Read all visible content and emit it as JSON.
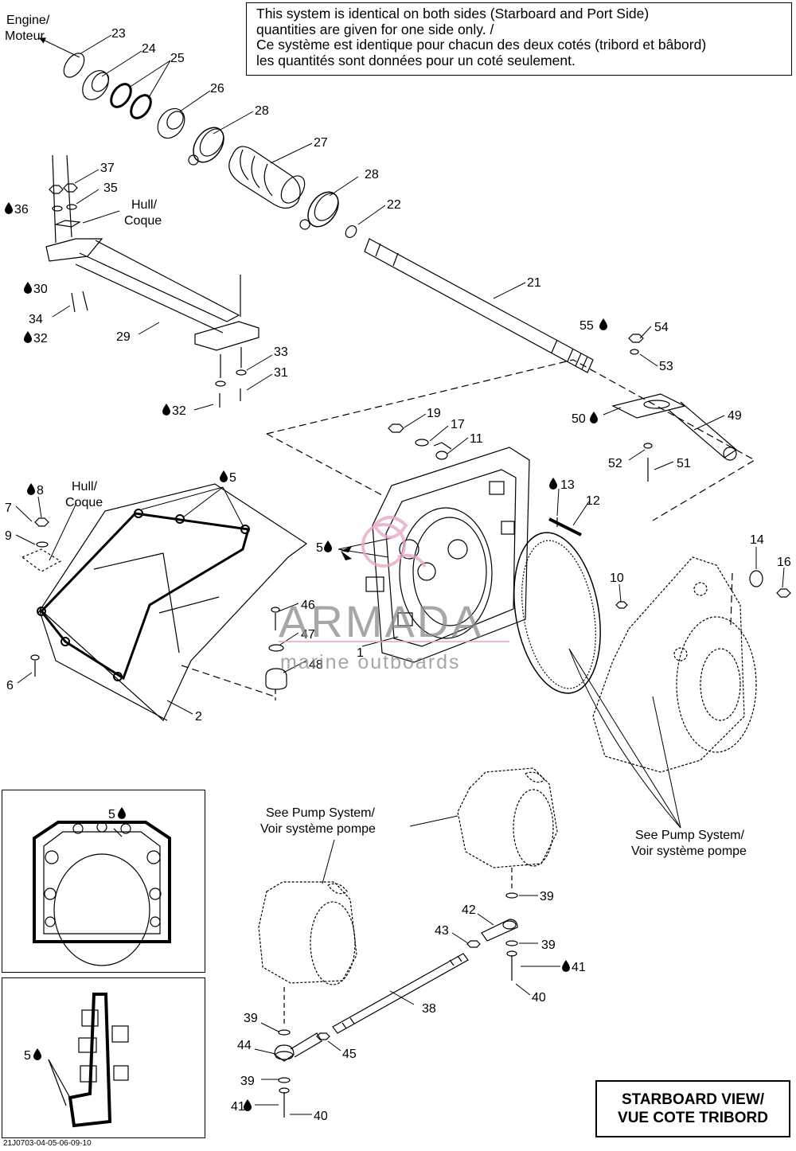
{
  "note": {
    "line1": "This system is identical on both sides (Starboard and Port Side)",
    "line2": "quantities are given for one side only. /",
    "line3": "Ce système est identique pour chacun des deux cotés (tribord et bâbord)",
    "line4": "les quantités sont données pour un coté seulement."
  },
  "view_label": {
    "line1": "STARBOARD VIEW/",
    "line2": "VUE COTE TRIBORD"
  },
  "drawing_code": "21J0703-04-05-06-09-10",
  "watermark": {
    "title": "ARMADA",
    "subtitle": "marine outboards"
  },
  "labels": {
    "engine_1": "Engine/",
    "engine_2": "Moteur",
    "hull_1": "Hull/",
    "hull_2": "Coque",
    "see_pump_1": "See Pump System/",
    "see_pump_2": "Voir système pompe"
  },
  "callouts": {
    "c23": "23",
    "c24": "24",
    "c25": "25",
    "c26": "26",
    "c28a": "28",
    "c27": "27",
    "c28b": "28",
    "c22": "22",
    "c21": "21",
    "c37": "37",
    "c35": "35",
    "c36": "36",
    "c30": "30",
    "c34": "34",
    "c32a": "32",
    "c29": "29",
    "c33": "33",
    "c31": "31",
    "c32b": "32",
    "c55": "55",
    "c54": "54",
    "c53": "53",
    "c50": "50",
    "c49": "49",
    "c52": "52",
    "c51": "51",
    "c19": "19",
    "c17": "17",
    "c11": "11",
    "c13": "13",
    "c12": "12",
    "c8": "8",
    "c5a": "5",
    "c7": "7",
    "c9": "9",
    "c5b": "5",
    "c46": "46",
    "c47": "47",
    "c1": "1",
    "c48": "48",
    "c6": "6",
    "c2": "2",
    "c10": "10",
    "c14": "14",
    "c16": "16",
    "c5c": "5",
    "c5d": "5",
    "c39a": "39",
    "c42": "42",
    "c43": "43",
    "c39b": "39",
    "c41a": "41",
    "c40a": "40",
    "c38": "38",
    "c39c": "39",
    "c44": "44",
    "c45": "45",
    "c39d": "39",
    "c41b": "41",
    "c40b": "40"
  }
}
